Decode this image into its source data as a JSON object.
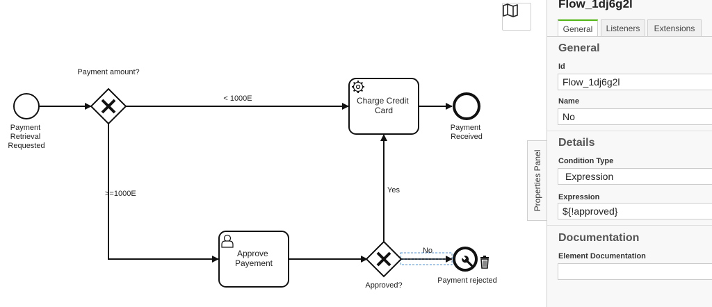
{
  "diagram": {
    "start_event_label": [
      "Payment",
      "Retrieval",
      "Requested"
    ],
    "gateway_amount_label": "Payment amount?",
    "flow_lt_label": "< 1000E",
    "flow_ge_label": ">=1000E",
    "task_charge_label": [
      "Charge Credit",
      "Card"
    ],
    "end_received_label": [
      "Payment",
      "Received"
    ],
    "task_approve_label": [
      "Approve",
      "Payement"
    ],
    "gateway_approved_label": "Approved?",
    "flow_yes_label": "Yes",
    "flow_no_label": "No",
    "end_rejected_label": "Payment rejected"
  },
  "panel": {
    "title": "Flow_1dj6g2l",
    "tabs": [
      "General",
      "Listeners",
      "Extensions"
    ],
    "active_tab": "General",
    "group_general": "General",
    "id_label": "Id",
    "id_value": "Flow_1dj6g2l",
    "name_label": "Name",
    "name_value": "No",
    "group_details": "Details",
    "condition_type_label": "Condition Type",
    "condition_type_value": "Expression",
    "expression_label": "Expression",
    "expression_value": "${!approved}",
    "group_documentation": "Documentation",
    "element_doc_label": "Element Documentation",
    "element_doc_value": ""
  },
  "properties_toggle_label": "Properties Panel",
  "icons": {
    "minimap": "map-icon",
    "service_task": "gear-icon",
    "user_task": "user-icon",
    "trash": "trash-icon",
    "wrench": "wrench-icon"
  },
  "colors": {
    "tab_accent": "#52b415",
    "selection": "#4a90d9"
  }
}
